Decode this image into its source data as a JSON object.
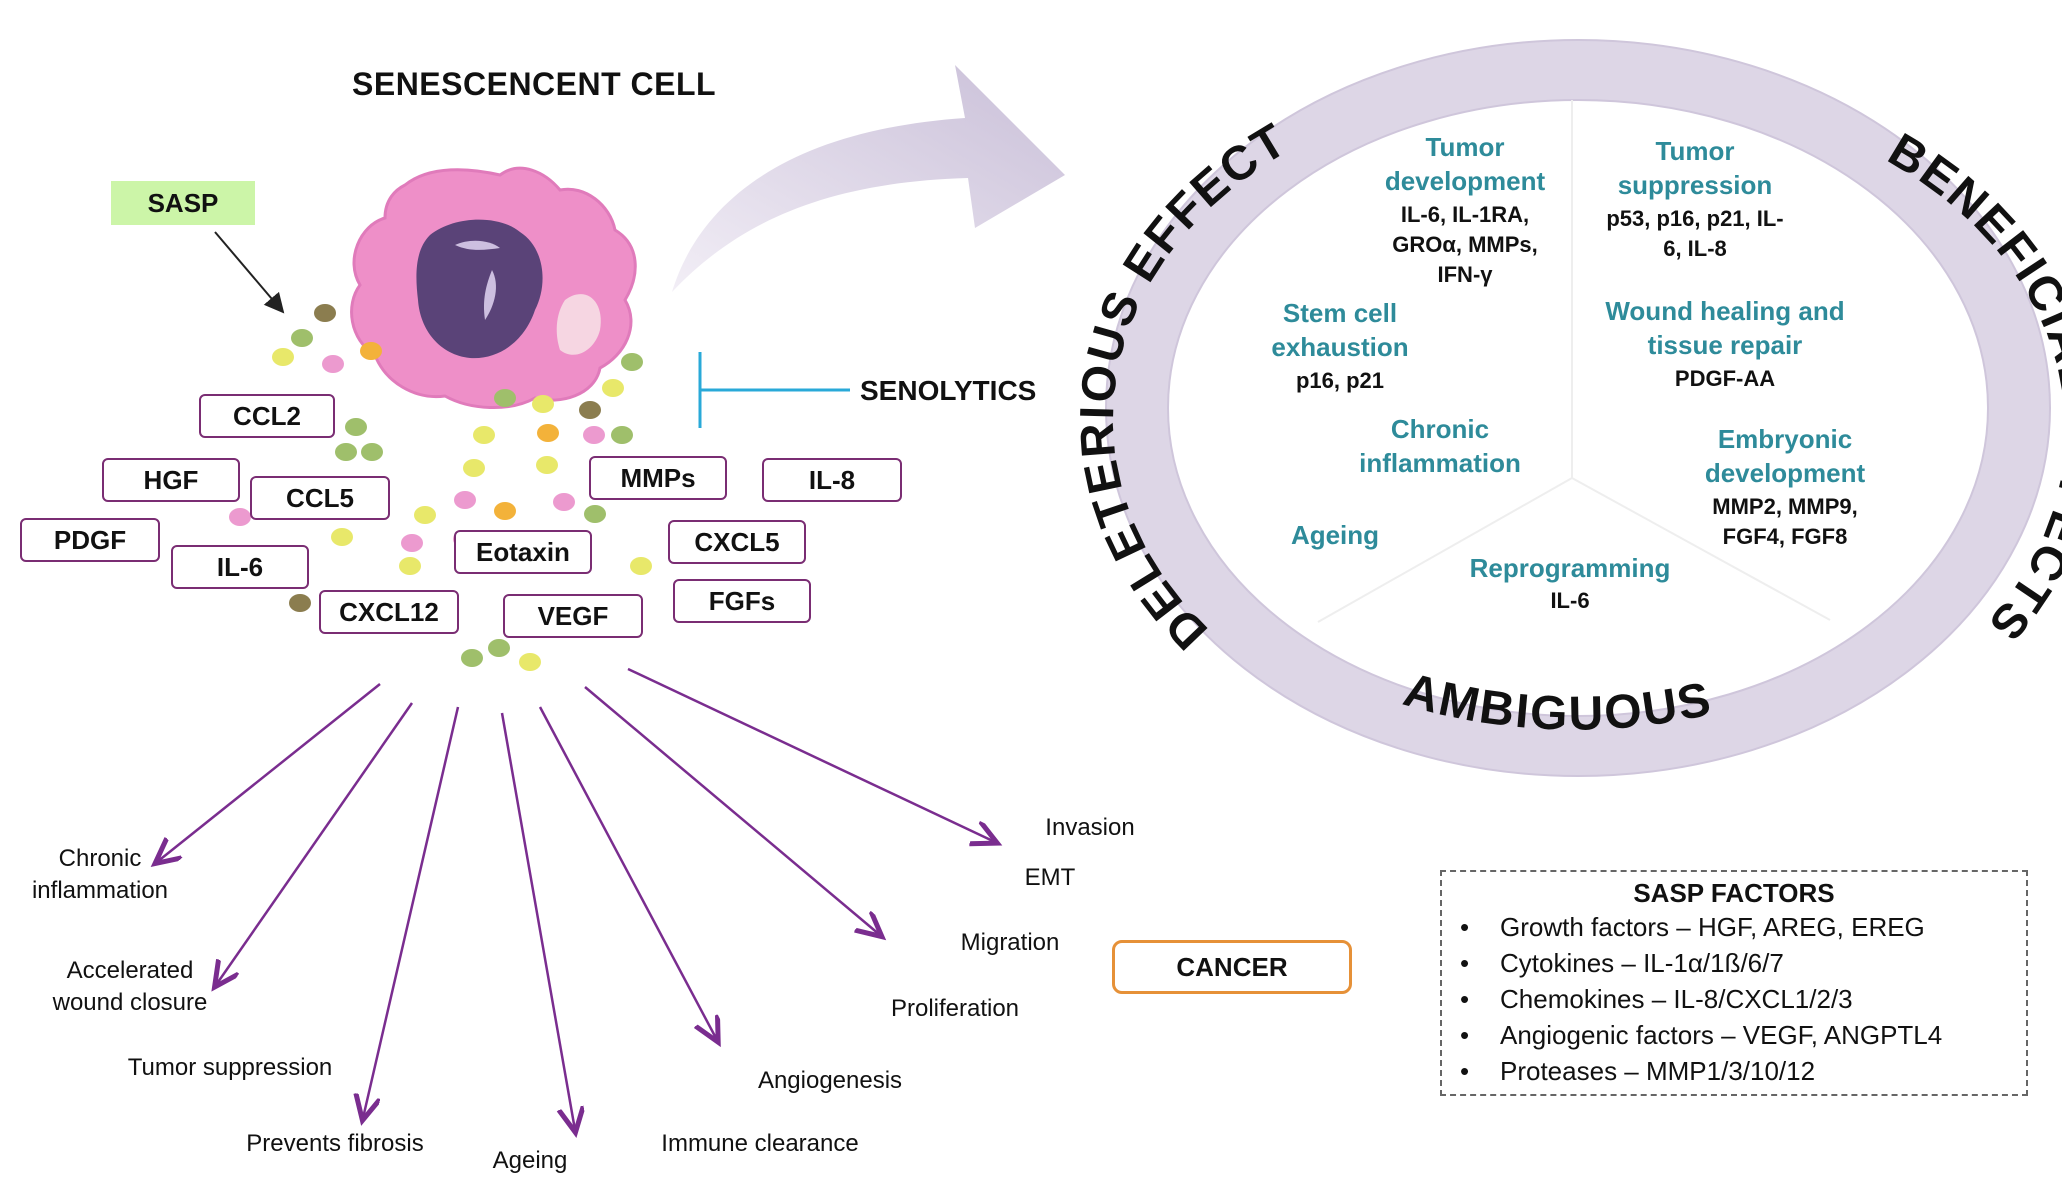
{
  "title": "SENESCENCENT CELL",
  "sasp_label": "SASP",
  "senolytics_label": "SENOLYTICS",
  "factors": [
    "CCL2",
    "HGF",
    "CCL5",
    "PDGF",
    "IL-6",
    "CXCL12",
    "Eotaxin",
    "VEGF",
    "MMPs",
    "IL-8",
    "CXCL5",
    "FGFs"
  ],
  "outcomes": {
    "chronic_inflammation": [
      "Chronic",
      "inflammation"
    ],
    "wound_closure": [
      "Accelerated",
      "wound closure"
    ],
    "tumor_suppression": "Tumor suppression",
    "prevents_fibrosis": "Prevents fibrosis",
    "ageing": "Ageing",
    "immune_clearance": "Immune clearance",
    "angiogenesis": "Angiogenesis",
    "proliferation": "Proliferation",
    "migration": "Migration",
    "emt": "EMT",
    "invasion": "Invasion"
  },
  "cancer_label": "CANCER",
  "ring": {
    "deleterious": "DELETERIOUS EFFECTS",
    "beneficial": "BENEFICIAL EFFECTS",
    "ambiguous": "AMBIGUOUS"
  },
  "deleterious_items": {
    "tumor_dev_title": [
      "Tumor",
      "development"
    ],
    "tumor_dev_factors": [
      "IL-6, IL-1RA,",
      "GROα, MMPs,",
      "IFN-γ"
    ],
    "stem_title": [
      "Stem cell",
      "exhaustion"
    ],
    "stem_factors": "p16, p21",
    "chronic_title": [
      "Chronic",
      "inflammation"
    ],
    "ageing_title": "Ageing"
  },
  "beneficial_items": {
    "tumor_sup_title": [
      "Tumor",
      "suppression"
    ],
    "tumor_sup_factors": [
      "p53, p16, p21, IL-",
      "6, IL-8"
    ],
    "wound_title": [
      "Wound healing and",
      "tissue repair"
    ],
    "wound_factors": "PDGF-AA",
    "embryo_title": [
      "Embryonic",
      "development"
    ],
    "embryo_factors": [
      "MMP2, MMP9,",
      "FGF4, FGF8"
    ]
  },
  "ambiguous_items": {
    "reprogramming_title": "Reprogramming",
    "reprogramming_factors": "IL-6"
  },
  "legend": {
    "title": "SASP FACTORS",
    "items": [
      "Growth factors – HGF, AREG, EREG",
      "Cytokines – IL-1α/1ß/6/7",
      "Chemokines – IL-8/CXCL1/2/3",
      "Angiogenic factors – VEGF, ANGPTL4",
      "Proteases – MMP1/3/10/12"
    ]
  },
  "colors": {
    "arrow": "#7a2d8f",
    "cell": "#ee8fc8",
    "nucleus": "#5a4378",
    "ring": "#ddd6e6",
    "teal": "#2e8b9a",
    "senolytics": "#29a9d8",
    "cancer": "#e69138"
  }
}
